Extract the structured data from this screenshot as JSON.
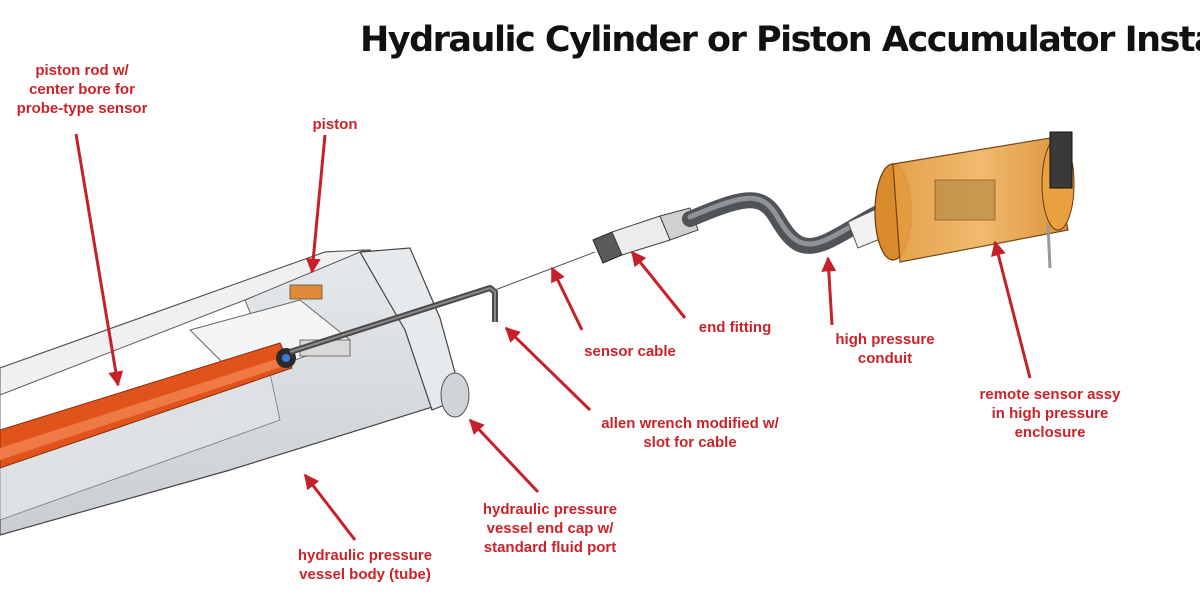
{
  "title": "Hydraulic Cylinder or Piston Accumulator Installation",
  "colors": {
    "label": "#cc2229",
    "arrow": "#c8202a",
    "body": "#d8dcdf",
    "rod": "#e0541c",
    "enclosure": "#e8a040",
    "conduit": "#6b6f73"
  },
  "labels": {
    "piston_rod": "piston rod w/\ncenter bore for\nprobe-type sensor",
    "piston": "piston",
    "end_fitting": "end fitting",
    "sensor_cable": "sensor cable",
    "high_pressure_conduit": "high pressure\nconduit",
    "remote_sensor": "remote sensor assy\nin high pressure\nenclosure",
    "allen_wrench": "allen wrench modified w/\nslot for cable",
    "end_cap": "hydraulic pressure\nvessel end cap w/\nstandard fluid port",
    "vessel_body": "hydraulic pressure\nvessel body (tube)"
  }
}
